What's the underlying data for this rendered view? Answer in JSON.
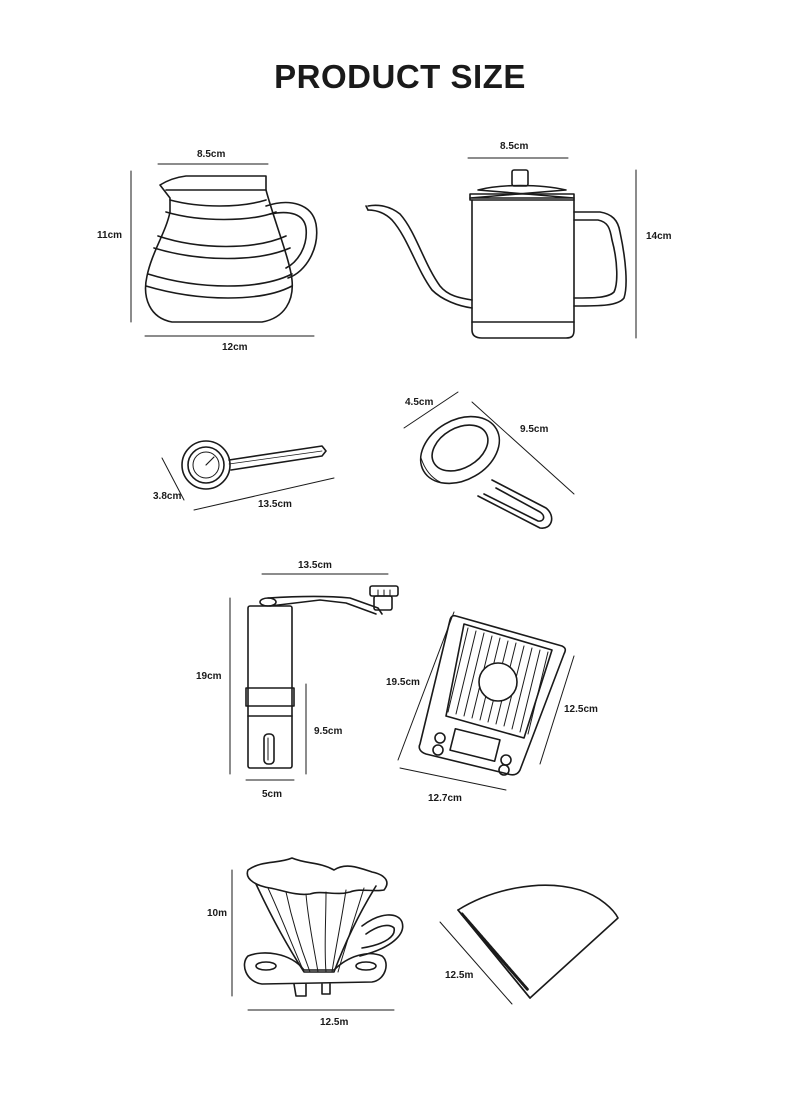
{
  "title": "PRODUCT SIZE",
  "items": [
    {
      "name": "server",
      "dims": [
        "8.5cm",
        "11cm",
        "12cm"
      ]
    },
    {
      "name": "kettle",
      "dims": [
        "8.5cm",
        "14cm"
      ]
    },
    {
      "name": "thermometer",
      "dims": [
        "3.8cm",
        "13.5cm"
      ]
    },
    {
      "name": "scoop",
      "dims": [
        "4.5cm",
        "9.5cm"
      ]
    },
    {
      "name": "grinder",
      "dims": [
        "13.5cm",
        "19cm",
        "9.5cm",
        "5cm"
      ]
    },
    {
      "name": "scale",
      "dims": [
        "19.5cm",
        "12.5cm",
        "12.7cm"
      ]
    },
    {
      "name": "dripper",
      "dims": [
        "10m",
        "12.5m"
      ]
    },
    {
      "name": "filter",
      "dims": [
        "12.5m"
      ]
    }
  ]
}
